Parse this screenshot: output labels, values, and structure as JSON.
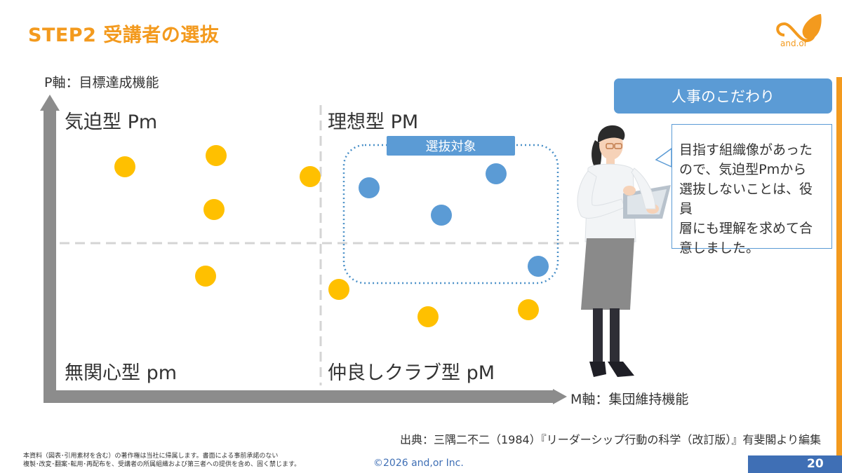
{
  "slide": {
    "title": "STEP2 受講者の選抜",
    "logo_text": "and.or",
    "page_number": "20",
    "copyright": "©2026 and,or Inc.",
    "footnote_line1": "本資料（図表･引用素材を含む）の著作権は当社に帰属します。書面による事前承諾のない",
    "footnote_line2": "複製･改変･翻案･転用･再配布を、受講者の所属組織および第三者への提供を含め、固く禁じます。",
    "source": "出典：三隅二不二（1984）『リーダーシップ行動の科学（改訂版）』有斐閣より編集",
    "colors": {
      "accent": "#f39a1e",
      "blue": "#5b9bd5",
      "dark_blue": "#3f6fb5",
      "axis": "#8c8c8c"
    }
  },
  "diagram": {
    "y_axis_label": "P軸：目標達成機能",
    "x_axis_label": "M軸：集団維持機能",
    "quadrants": {
      "top_left": "気迫型 Pm",
      "top_right": "理想型 PM",
      "bottom_left": "無関心型 pm",
      "bottom_right": "仲良しクラブ型 pM"
    },
    "selection_label": "選抜対象"
  },
  "callout": {
    "header": "人事のこだわり",
    "line1": "目指す組織像があった",
    "line2": "ので、気迫型Pmから",
    "line3": "選抜しないことは、役員",
    "line4": "層にも理解を求めて合",
    "line5": "意しました。"
  }
}
